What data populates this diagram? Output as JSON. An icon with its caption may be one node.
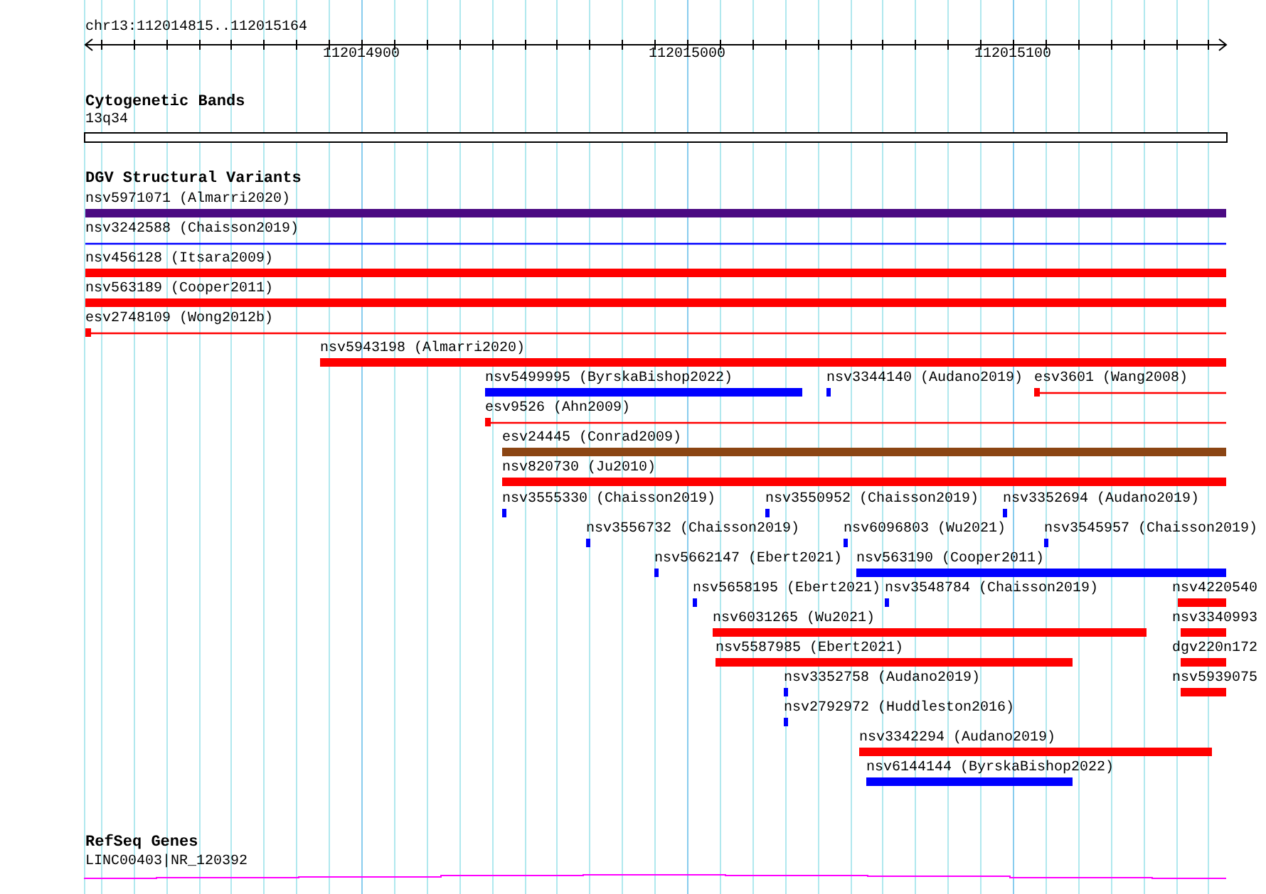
{
  "diagram": {
    "nodes": [
      {
        "text": [
          "Cytogenetic Bands"
        ]
      },
      {
        "text": [
          "13q34"
        ],
        "in": 0
      },
      {
        "text": [
          "DGV Structural Variants"
        ]
      },
      {
        "text": [
          "nsv5971071 (Almarri2020)"
        ],
        "in": 2
      },
      {
        "text": [
          "nsv3242588 (Chaisson2019)"
        ],
        "in": 2
      },
      {
        "text": [
          "nsv456128 (Itsara2009)"
        ],
        "in": 2
      },
      {
        "text": [
          "nsv563189 (Cooper2011)"
        ],
        "in": 2
      },
      {
        "text": [
          "esv2748109 (Wong2012b)"
        ],
        "in": 2
      },
      {
        "text": [
          "nsv5943198 (Almarri2020)"
        ],
        "in": 2
      },
      {
        "text": [
          "nsv5499995 (ByrskaBishop2022)"
        ],
        "in": 2
      },
      {
        "text": [
          "nsv3344140 (Audano2019)"
        ],
        "in": 2
      },
      {
        "text": [
          "esv3601 (Wang2008)"
        ],
        "in": 2
      },
      {
        "text": [
          "esv9526 (Ahn2009)"
        ],
        "in": 2
      },
      {
        "text": [
          "esv24445 (Conrad2009)"
        ],
        "in": 2
      },
      {
        "text": [
          "nsv820730 (Ju2010)"
        ],
        "in": 2
      },
      {
        "text": [
          "nsv3555330 (Chaisson2019)"
        ],
        "in": 2
      },
      {
        "text": [
          "nsv3550952 (Chaisson2019)"
        ],
        "in": 2
      },
      {
        "text": [
          "nsv3352694 (Audano2019)"
        ],
        "in": 2
      },
      {
        "text": [
          "nsv3556732 (Chaisson2019)"
        ],
        "in": 2
      },
      {
        "text": [
          "nsv6096803 (Wu2021)"
        ],
        "in": 2
      },
      {
        "text": [
          "nsv3545957 (Chaisson2019)"
        ],
        "in": 2
      },
      {
        "text": [
          "nsv5662147 (Ebert2021)"
        ],
        "in": 2
      },
      {
        "text": [
          "nsv563190 (Cooper2011)"
        ],
        "in": 2
      },
      {
        "text": [
          "nsv5658195 (Ebert2021)"
        ],
        "in": 2
      },
      {
        "text": [
          "nsv3548784 (Chaisson2019)"
        ],
        "in": 2
      },
      {
        "text": [
          "nsv4220540"
        ],
        "in": 2
      },
      {
        "text": [
          "nsv6031265 (Wu2021)"
        ],
        "in": 2
      },
      {
        "text": [
          "nsv3340993"
        ],
        "in": 2
      },
      {
        "text": [
          "nsv5587985 (Ebert2021)"
        ],
        "in": 2
      },
      {
        "text": [
          "dgv220n172"
        ],
        "in": 2
      },
      {
        "text": [
          "nsv3352758 (Audano2019)"
        ],
        "in": 2
      },
      {
        "text": [
          "nsv5939075"
        ],
        "in": 2
      },
      {
        "text": [
          "nsv2792972 (Huddleston2016)"
        ],
        "in": 2
      },
      {
        "text": [
          "nsv3342294 (Audano2019)"
        ],
        "in": 2
      },
      {
        "text": [
          "nsv6144144 (ByrskaBishop2022)"
        ],
        "in": 2
      },
      {
        "text": [
          "RefSeq Genes"
        ]
      },
      {
        "text": [
          "LINC00403|NR_120392"
        ],
        "in": 35
      }
    ],
    "labels": [
      "chr13:112014815..112015164",
      "112014900",
      "112015000",
      "112015100"
    ]
  }
}
